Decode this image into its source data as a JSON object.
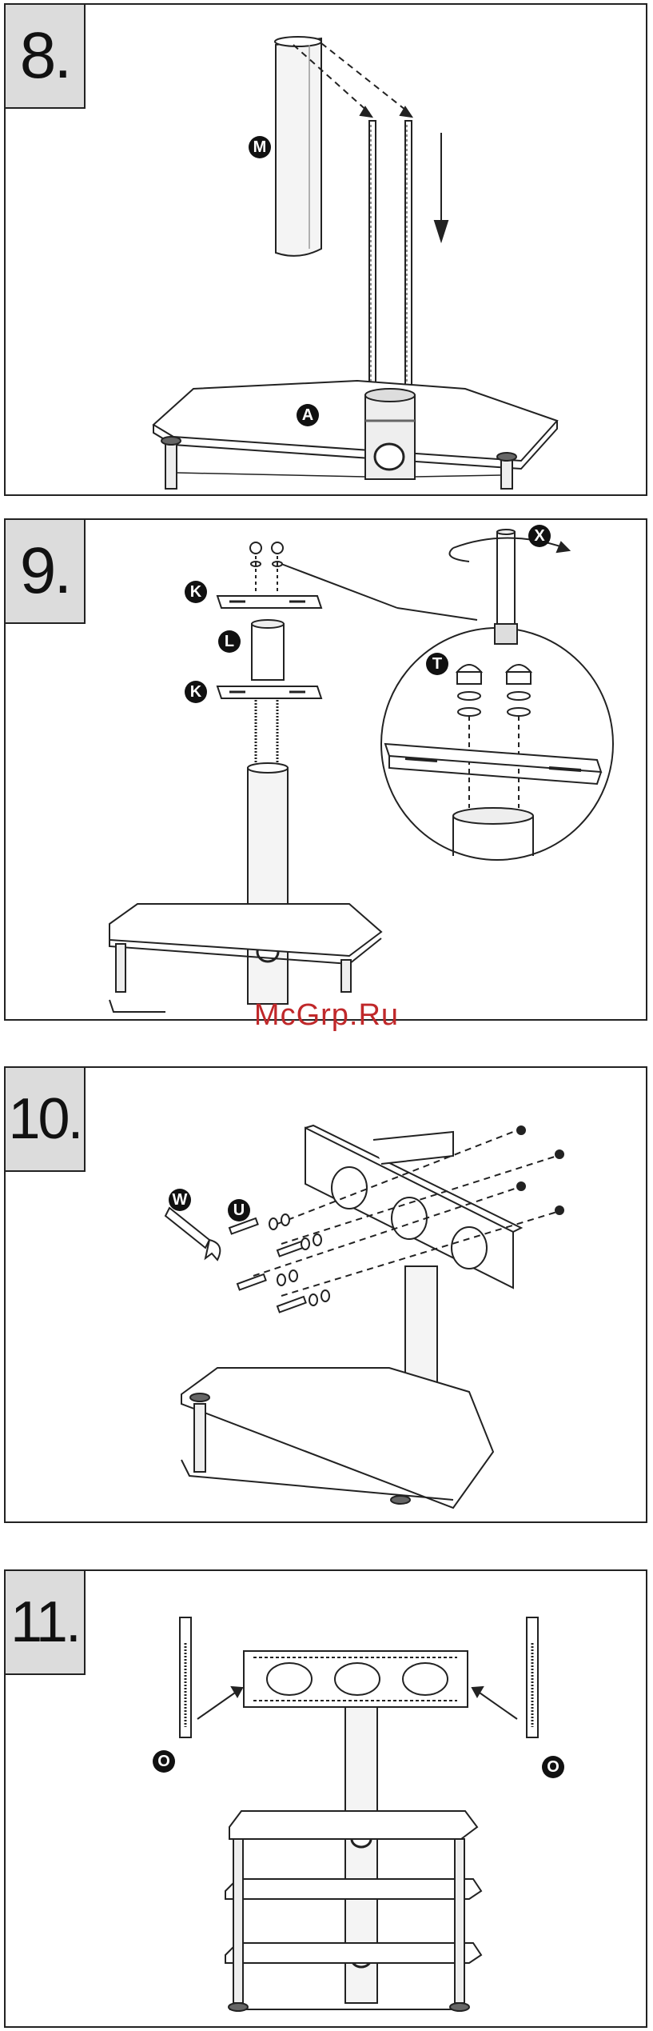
{
  "steps": [
    {
      "number": "8.",
      "labels": {
        "column": "M",
        "base": "A"
      }
    },
    {
      "number": "9.",
      "labels": {
        "bracket_top": "K",
        "spacer": "L",
        "bracket_bottom": "K",
        "cap_nut": "T",
        "tool": "X"
      }
    },
    {
      "number": "10.",
      "labels": {
        "wrench": "W",
        "bolt": "U"
      }
    },
    {
      "number": "11.",
      "labels": {
        "cover_left": "O",
        "cover_right": "O"
      }
    }
  ],
  "watermark": "McGrp.Ru"
}
